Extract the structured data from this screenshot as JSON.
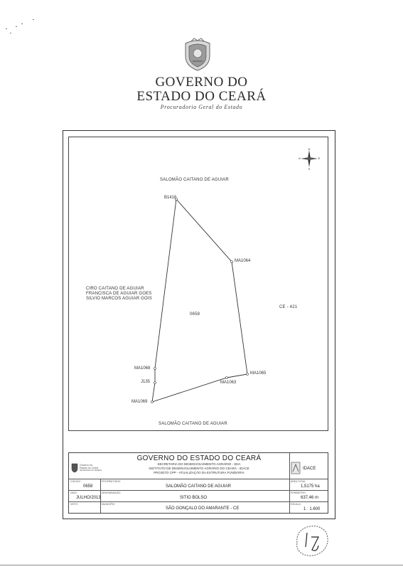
{
  "header": {
    "title_line1": "GOVERNO DO",
    "title_line2": "ESTADO DO CEARÁ",
    "subtitle": "Procuradoria Geral do Estado"
  },
  "map": {
    "compass": {
      "n": "N",
      "s": "S",
      "e": "E",
      "w": "W"
    },
    "neighbor_north": "SALOMÃO CAITANO DE AGUIAR",
    "neighbor_south": "SALOMÃO CAITANO DE AGUIAR",
    "neighbor_west": [
      "CIRO CAITANO DE AGUIAR",
      "FRANCISCA DE AGUIAR GOES",
      "SILVIO MARCOS AGUIAR GOIS"
    ],
    "neighbor_east": "CE - 421",
    "parcel_id": "0658",
    "vertices": [
      "B1416",
      "MA1064",
      "MA1065",
      "MA1063",
      "MA1069",
      "J135",
      "MA1068"
    ]
  },
  "title_block": {
    "logo_text": [
      "Governo do",
      "Estado do Ceará",
      "SECRETARIA DO DESENV."
    ],
    "title": "GOVERNO DO ESTADO DO CEARÁ",
    "line1": "SECRETARIA DO DESENVOLVIMENTO AGRÁRIO - SDA",
    "line2": "INSTITUTO DE DESENVOLVIMENTO AGRÁRIO DO CEARÁ - IDACE",
    "line3": "PROJETO CPP - ATUALIZAÇÃO DA ESTRUTURA FUNDIÁRIA",
    "idace": "IDACE",
    "labels": {
      "codigo": "CÓDIGO",
      "proprietario": "PROPRIETÁRIO",
      "area_total": "ÁREA TOTAL",
      "data": "DATA",
      "denominacao": "DENOMINAÇÃO",
      "perimetro": "PERÍMETRO",
      "visto": "VISTO",
      "municipio": "MUNICÍPIO",
      "escala": "ESCALA"
    },
    "values": {
      "codigo": "0658",
      "proprietario": "SALOMÃO CAITANO DE AGUIAR",
      "area_total": "1,5175 ha",
      "data": "JULHO/2013",
      "denominacao": "SITIO BOLSO",
      "perimetro": "637,46 m",
      "municipio": "SÃO GONÇALO DO AMARANTE - CE",
      "escala": "1 : 1.600"
    }
  }
}
